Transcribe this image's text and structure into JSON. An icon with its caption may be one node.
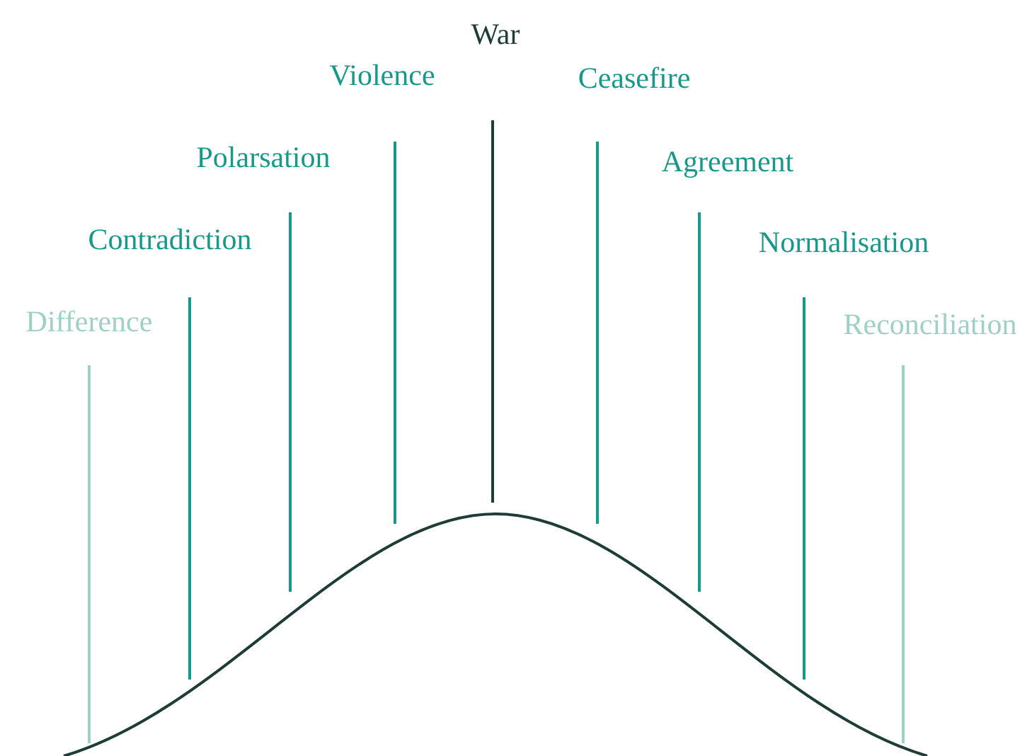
{
  "diagram": {
    "labels": [
      "War",
      "Violence",
      "Ceasefire",
      "Polarsation",
      "Agreement",
      "Contradiction",
      "Normalisation",
      "Difference",
      "Reconciliation"
    ]
  }
}
